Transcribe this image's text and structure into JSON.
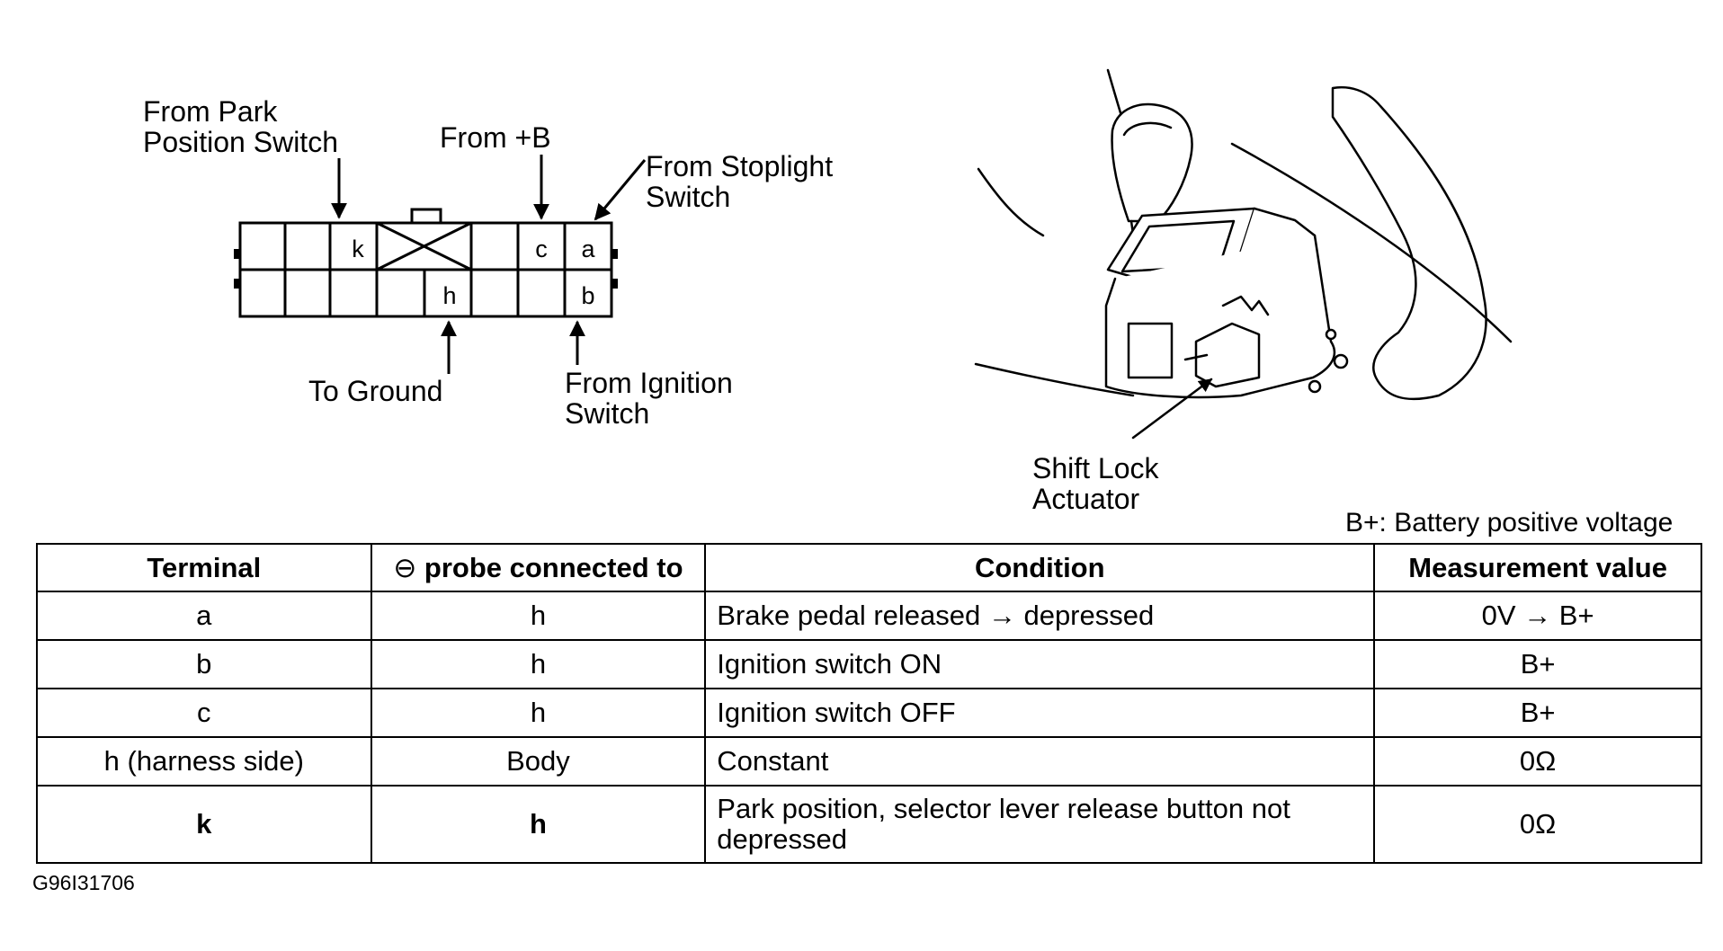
{
  "connector": {
    "labels": {
      "park_switch_l1": "From Park",
      "park_switch_l2": "Position Switch",
      "plus_b": "From +B",
      "stoplight_l1": "From Stoplight",
      "stoplight_l2": "Switch",
      "ground": "To Ground",
      "ignition_l1": "From Ignition",
      "ignition_l2": "Switch"
    },
    "pins": {
      "k": "k",
      "c": "c",
      "a": "a",
      "h": "h",
      "b": "b"
    }
  },
  "actuator": {
    "label_l1": "Shift Lock",
    "label_l2": "Actuator"
  },
  "note": "B+: Battery positive voltage",
  "table": {
    "headers": {
      "terminal": "Terminal",
      "probe_symbol": "⊖",
      "probe": " probe connected to",
      "condition": "Condition",
      "measurement": "Measurement value"
    },
    "rows": [
      {
        "terminal": "a",
        "probe": "h",
        "condition": "Brake pedal released → depressed",
        "value": "0V → B+"
      },
      {
        "terminal": "b",
        "probe": "h",
        "condition": "Ignition switch ON",
        "value": "B+"
      },
      {
        "terminal": "c",
        "probe": "h",
        "condition": "Ignition switch OFF",
        "value": "B+"
      },
      {
        "terminal": "h (harness side)",
        "probe": "Body",
        "condition": "Constant",
        "value": "0Ω"
      },
      {
        "terminal": "k",
        "probe": "h",
        "condition_l1": "Park position, selector lever release button not",
        "condition_l2": "depressed",
        "value": "0Ω"
      }
    ]
  },
  "figure_id": "G96I31706"
}
